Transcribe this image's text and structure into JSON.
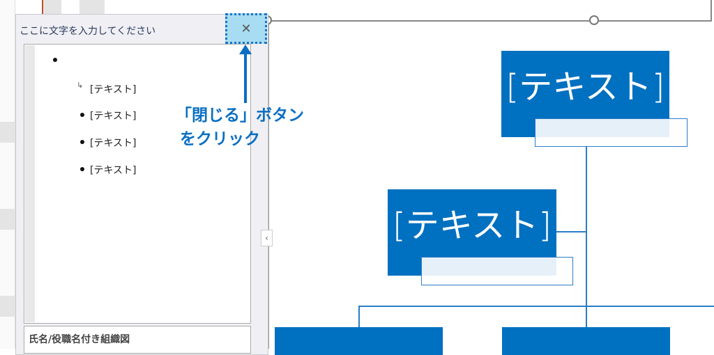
{
  "text_pane": {
    "title": "ここに文字を入力してください",
    "close_icon": "close-icon",
    "items": [
      "",
      "[テキスト]",
      "[テキスト]",
      "[テキスト]",
      "[テキスト]"
    ],
    "description": "氏名/役職名付き組織図"
  },
  "annotation": {
    "line1": "「閉じる」ボタン",
    "line2": "をクリック",
    "color": "#0a6fc2"
  },
  "diagram": {
    "top_box": "[テキスト]",
    "assistant_box": "[テキスト]",
    "box_color": "#0070c0"
  }
}
